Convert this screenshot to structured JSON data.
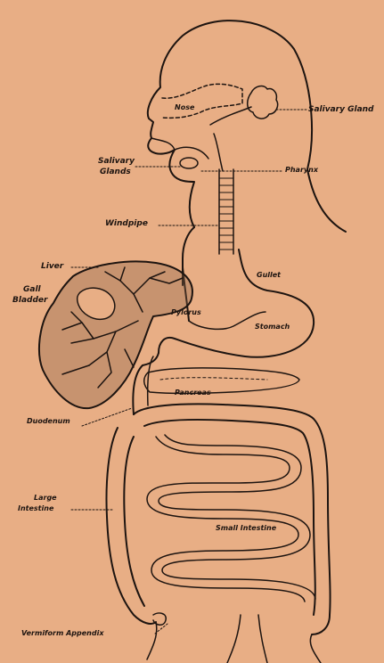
{
  "colors": {
    "paper": "#e8ae85",
    "ink": "#1d1410"
  },
  "labels": {
    "nose": "Nose",
    "salivary_gland": "Salivary Gland",
    "salivary_glands_1": "Salivary",
    "salivary_glands_2": "Glands",
    "pharynx": "Pharynx",
    "windpipe": "Windpipe",
    "liver": "Liver",
    "gall_bladder_1": "Gall",
    "gall_bladder_2": "Bladder",
    "gullet": "Gullet",
    "pylorus": "Pylorus",
    "stomach": "Stomach",
    "pancreas": "Pancreas",
    "duodenum": "Duodenum",
    "large_intestine_1": "Large",
    "large_intestine_2": "Intestine",
    "small_intestine": "Small Intestine",
    "vermiform_appendix": "Vermiform Appendix"
  }
}
